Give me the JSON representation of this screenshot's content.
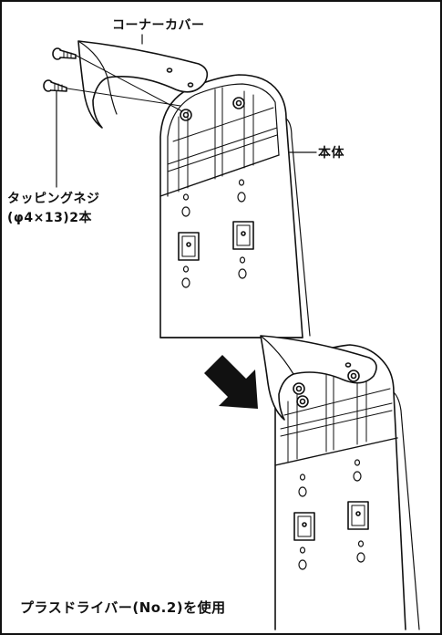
{
  "labels": {
    "corner_cover": "コーナーカバー",
    "main_body": "本体",
    "screw_line1": "タッピングネジ",
    "screw_line2": "(φ4×13)2本",
    "tool_note": "プラスドライバー(No.2)を使用"
  },
  "icons": {
    "arrow": "arrow-down-right-icon",
    "screw": "tapping-screw-icon"
  },
  "colors": {
    "line": "#111111",
    "background": "#ffffff"
  }
}
